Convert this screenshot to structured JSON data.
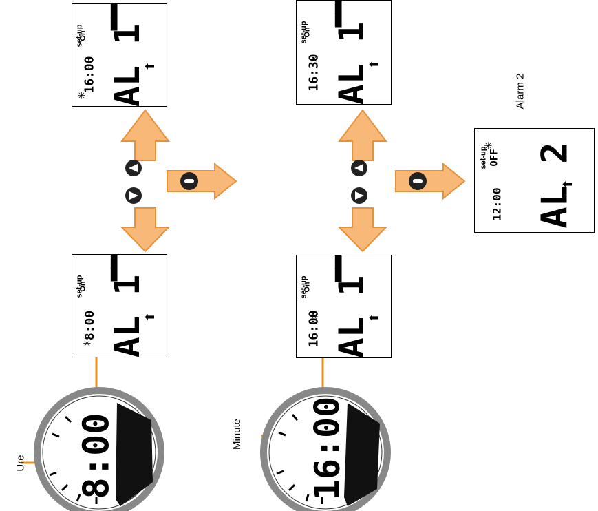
{
  "colors": {
    "arrow_fill": "#f7b878",
    "arrow_stroke": "#e8913b",
    "pointer": "#e8931e",
    "ring": "#888888"
  },
  "labels": {
    "alarm2": "Alarm 2",
    "ure": "Ure",
    "minute": "Minute"
  },
  "screens": [
    {
      "id": "top-left",
      "mode": "set-up",
      "state": "On",
      "alarm": "AL 1",
      "time": "16:00"
    },
    {
      "id": "top-mid",
      "mode": "set-up",
      "state": "On",
      "alarm": "AL 1",
      "time": "16:30"
    },
    {
      "id": "bot-left",
      "mode": "set-up",
      "state": "On",
      "alarm": "AL 1",
      "time": "8:00"
    },
    {
      "id": "bot-mid",
      "mode": "set-up",
      "state": "On",
      "alarm": "AL 1",
      "time": "16:00"
    },
    {
      "id": "right",
      "mode": "set-up",
      "state": "OFF",
      "alarm": "AL 2",
      "time": "12:00"
    }
  ],
  "watches": [
    {
      "id": "watch-1",
      "time": "8:00"
    },
    {
      "id": "watch-2",
      "time": "16:00"
    }
  ],
  "icons": [
    "up-arrow-icon",
    "down-arrow-icon",
    "enter-button-icon",
    "dash-icon",
    "right-arrow-icon"
  ]
}
